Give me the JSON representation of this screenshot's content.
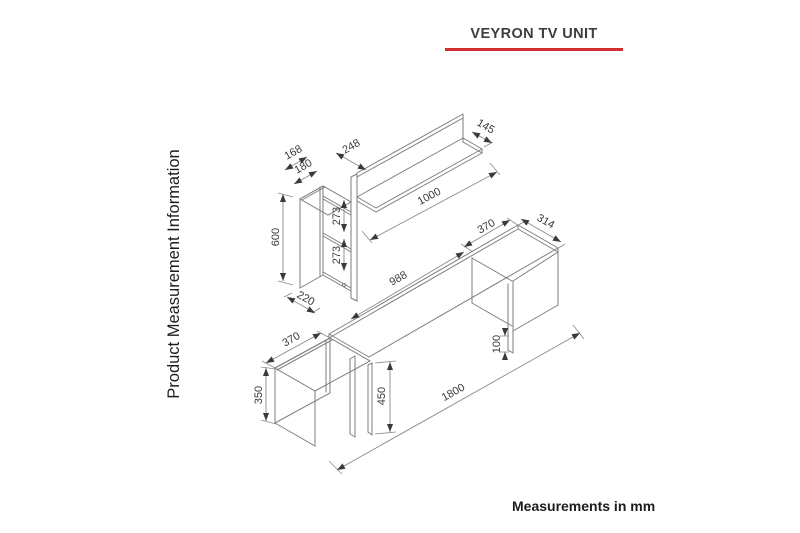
{
  "title": "VEYRON TV UNIT",
  "sidebar": {
    "label": "Product Measurement Information"
  },
  "footer": {
    "note": "Measurements in mm"
  },
  "colors": {
    "accent": "#cf2f2f",
    "drawing_line": "#7e7e7e",
    "dimension_text": "#3a3a3a",
    "background": "#ffffff"
  },
  "drawing": {
    "upper_shelf_unit": {
      "shelf_depth": "145",
      "back_panel_offset": "248",
      "column_top_depth": "168",
      "column_width": "180",
      "shelf_length": "1000",
      "column_height": "600",
      "upper_compartment": "273",
      "lower_compartment": "273",
      "column_base_depth": "220"
    },
    "tv_stand": {
      "open_span": "988",
      "left_cabinet_width": "370",
      "left_cabinet_height": "350",
      "right_cabinet_width": "370",
      "right_cabinet_depth": "314",
      "stand_height": "450",
      "side_panel_drop": "100",
      "total_length": "1800"
    }
  }
}
